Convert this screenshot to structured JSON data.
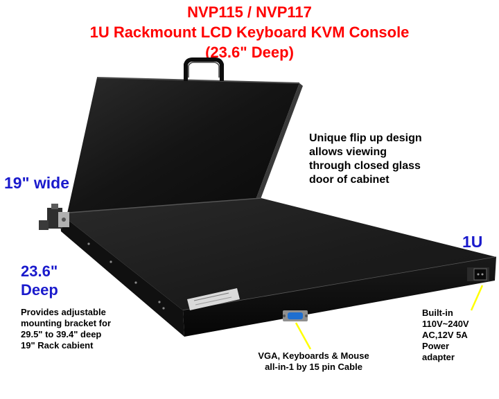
{
  "title": {
    "line1": "NVP115 / NVP117",
    "line2": "1U Rackmount LCD Keyboard KVM Console",
    "line3": "(23.6\" Deep)"
  },
  "colors": {
    "title": "#ff0000",
    "dimension_label": "#1a1acc",
    "note_text": "#000000",
    "pointer_line": "#ffff00",
    "chassis": "#1c1c1c",
    "background": "#ffffff"
  },
  "labels": {
    "width": "19\" wide",
    "height": "1U",
    "depth_line1": "23.6\"",
    "depth_line2": "Deep"
  },
  "notes": {
    "bracket": [
      "Provides adjustable",
      "mounting bracket for",
      "29.5\" to 39.4\" deep",
      "19\" Rack cabient"
    ],
    "flip": [
      "Unique flip up design",
      "allows viewing",
      "through closed glass",
      "door of cabinet"
    ],
    "vga": [
      "VGA, Keyboards & Mouse",
      "all-in-1 by 15 pin Cable"
    ],
    "power": [
      "Built-in",
      "110V~240V",
      "AC,12V 5A",
      "Power",
      "adapter"
    ]
  },
  "icons": [
    "vga-connector-icon",
    "power-inlet-icon",
    "handle-icon",
    "mounting-bracket-icon"
  ]
}
